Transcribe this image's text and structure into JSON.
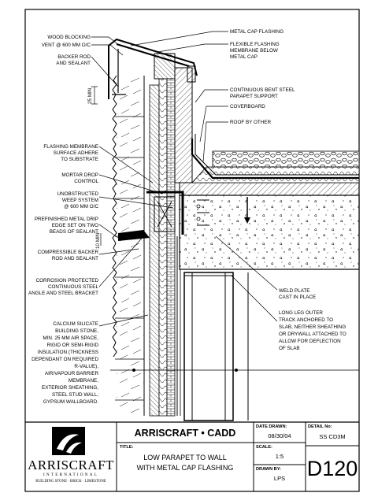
{
  "labels_left": [
    "WOOD BLOCKING",
    "VENT @ 600 MM O/C",
    "BACKER ROD",
    "AND SEALANT",
    "FLASHING MEMBRANE",
    "SURFACE ADHERE",
    "TO SUBSTRATE",
    "MORTAR DROP",
    "CONTROL",
    "UNOBSTRUCTED",
    "WEEP SYSTEM",
    "@ 600 MM O/C",
    "PREFINISHED METAL DRIP",
    "EDGE SET ON  TWO",
    "BEADS OF SEALANT",
    "COMPRESSIBLE BACKER",
    "ROD AND SEALANT",
    "CORROSION PROTECTED",
    "CONTINUOUS STEEL",
    "ANGLE AND STEEL BRACKET",
    "CALCIUM SILICATE",
    "BUILDING STONE,",
    "MIN. 25 MM AIR SPACE,",
    "RIGID OR SEMI-RIGID",
    "INSULATION (THICKNESS",
    "DEPENDANT ON REQUIRED",
    "R-VALUE),",
    "AIR/VAPOUR BARRIER",
    "MEMBRANE,",
    "EXTERIOR SHEATHING,",
    "STEEL STUD WALL,",
    "GYPSUM WALLBOARD."
  ],
  "labels_right": [
    "METAL CAP FLASHING",
    "FLEXIBLE FLASHING",
    "MEMBRANE BELOW",
    "METAL CAP",
    "CONTINUOUS BENT STEEL",
    "PARAPET SUPPORT",
    "COVERBOARD",
    "ROOF BY OTHER",
    "WELD PLATE",
    "CAST IN PLACE",
    "LONG LEG OUTER",
    "TRACK ANCHORED TO",
    "SLAB, NEITHER SHEATHING",
    "OR DRYWALL ATTACHED TO",
    "ALLOW FOR DEFLECTION",
    "OF SLAB"
  ],
  "dimensions": {
    "top_gap": "25 MIN.",
    "bottom_gap": "10 MIN."
  },
  "title_block": {
    "brand": "ARRISCRAFT • CADD",
    "title_label": "TITLE:",
    "title_line1": "LOW PARAPET TO WALL",
    "title_line2": "WITH METAL CAP FLASHING",
    "date_label": "DATE DRAWN:",
    "date_value": "08/30/04",
    "scale_label": "SCALE:",
    "scale_value": "1:5",
    "drawn_label": "DRAWN BY:",
    "drawn_value": "LPS",
    "detail_label": "DETAIL No:",
    "detail_code": "SS CD3M",
    "detail_number": "D120"
  },
  "logo": {
    "word": "ARRISCRAFT",
    "sub": "INTERNATIONAL",
    "tagline": "BUILDING STONE · BRICK · LIMESTONE"
  }
}
